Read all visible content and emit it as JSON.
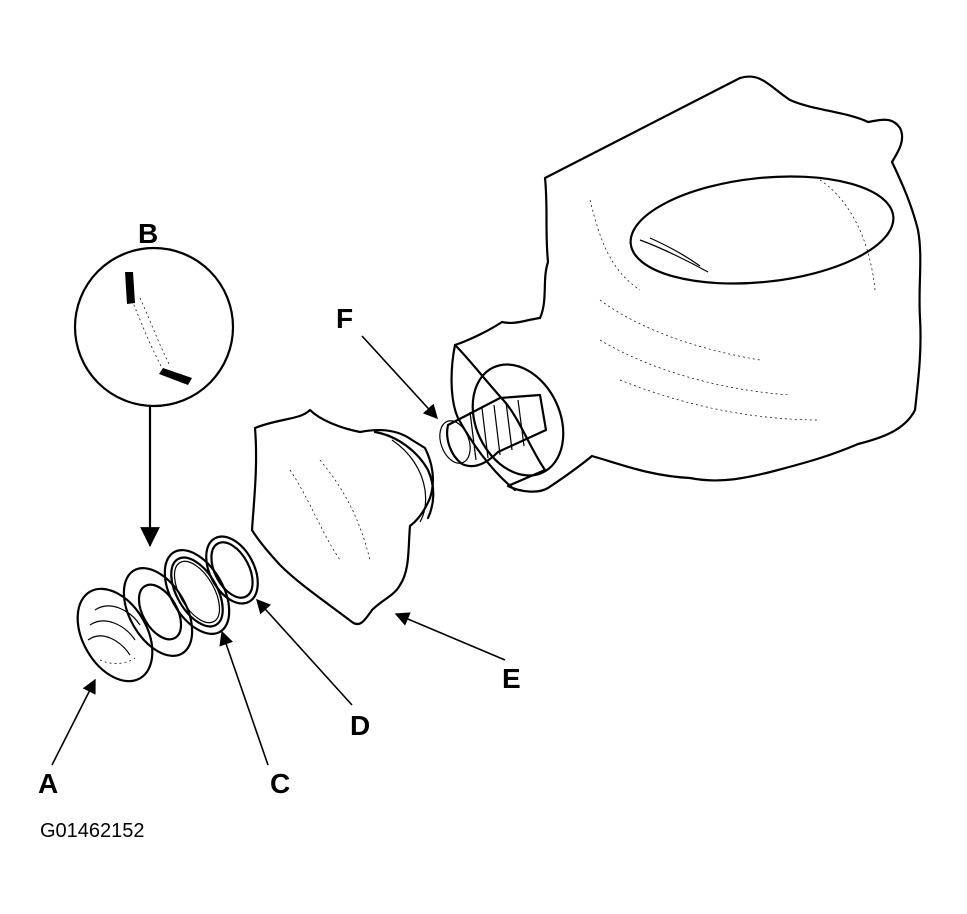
{
  "labels": {
    "a": "A",
    "b": "B",
    "c": "C",
    "d": "D",
    "e": "E",
    "f": "F"
  },
  "figure_id": "G01462152",
  "colors": {
    "line": "#000000",
    "background": "#ffffff"
  }
}
